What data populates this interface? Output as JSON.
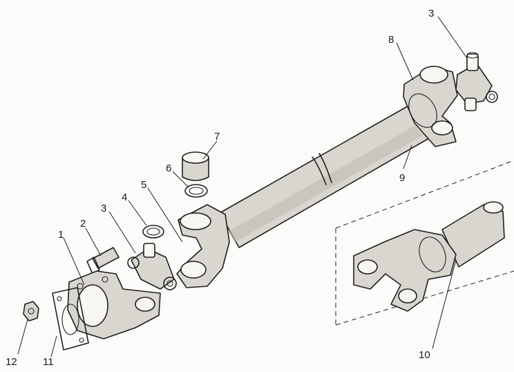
{
  "callouts": [
    "1",
    "2",
    "3",
    "4",
    "5",
    "6",
    "7",
    "8",
    "3",
    "9",
    "10",
    "11",
    "12"
  ],
  "colors": {
    "background": "#fbfbf9",
    "ink": "#1e1e1e",
    "shade": "#d9d6cf"
  }
}
